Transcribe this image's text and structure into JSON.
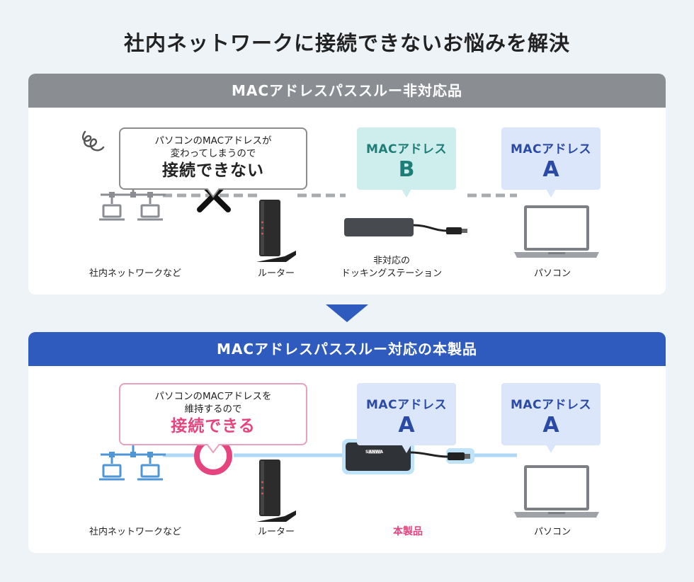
{
  "title": "社内ネットワークに接続できないお悩みを解決",
  "before": {
    "header": "MACアドレスパススルー非対応品",
    "bubble_line1": "パソコンのMACアドレスが",
    "bubble_line2": "変わってしまうので",
    "bubble_big": "接続できない",
    "mac_tag_dock_label": "MACアドレス",
    "mac_tag_dock_value": "B",
    "mac_tag_pc_label": "MACアドレス",
    "mac_tag_pc_value": "A",
    "network_label": "社内ネットワークなど",
    "router_label": "ルーター",
    "dock_label_line1": "非対応の",
    "dock_label_line2": "ドッキングステーション",
    "pc_label": "パソコン"
  },
  "after": {
    "header": "MACアドレスパススルー対応の本製品",
    "bubble_line1": "パソコンのMACアドレスを",
    "bubble_line2": "維持するので",
    "bubble_big": "接続できる",
    "mac_tag_dock_label": "MACアドレス",
    "mac_tag_dock_value": "A",
    "mac_tag_pc_label": "MACアドレス",
    "mac_tag_pc_value": "A",
    "network_label": "社内ネットワークなど",
    "router_label": "ルーター",
    "product_label": "本製品",
    "pc_label": "パソコン",
    "product_brand": "SANWA"
  },
  "colors": {
    "gray_header": "#8a8e93",
    "blue_header": "#2f5bbf",
    "pink": "#e5447f",
    "light_blue_line": "#aed8f5",
    "network_blue": "#4f96d6"
  }
}
